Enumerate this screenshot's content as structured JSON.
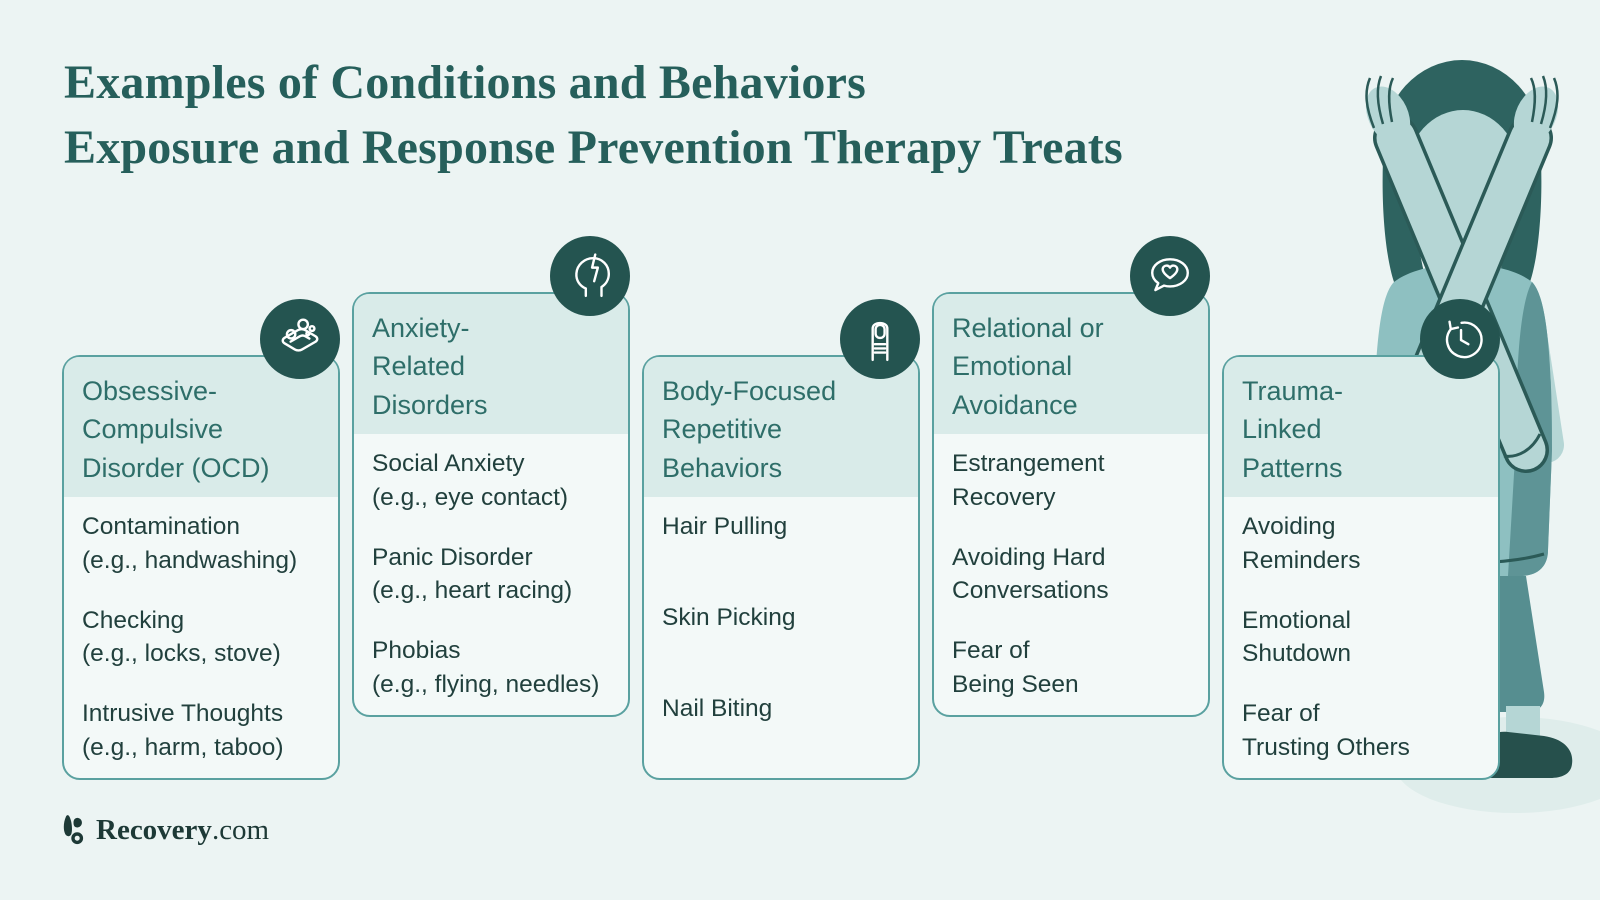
{
  "title": {
    "line1": "Examples of Conditions and Behaviors",
    "line2": "Exposure and Response Prevention Therapy Treats"
  },
  "cards": [
    {
      "id": "ocd",
      "icon": "soap-bubbles-icon",
      "header": "Obsessive-\nCompulsive\nDisorder (OCD)",
      "items": [
        "Contamination\n(e.g., handwashing)",
        "Checking\n(e.g., locks, stove)",
        "Intrusive Thoughts\n(e.g., harm, taboo)"
      ]
    },
    {
      "id": "anxiety",
      "icon": "anxious-head-icon",
      "header": "Anxiety-\nRelated\nDisorders",
      "items": [
        "Social Anxiety\n(e.g., eye contact)",
        "Panic Disorder\n(e.g., heart racing)",
        "Phobias\n(e.g., flying, needles)"
      ]
    },
    {
      "id": "bfrb",
      "icon": "fingernail-icon",
      "header": "Body-Focused\nRepetitive\nBehaviors",
      "items": [
        "Hair Pulling",
        "Skin Picking",
        "Nail Biting"
      ]
    },
    {
      "id": "relational",
      "icon": "chat-heart-icon",
      "header": "Relational or\nEmotional\nAvoidance",
      "items": [
        "Estrangement\nRecovery",
        "Avoiding Hard\nConversations",
        "Fear of\nBeing Seen"
      ]
    },
    {
      "id": "trauma",
      "icon": "history-clock-icon",
      "header": "Trauma-\nLinked\nPatterns",
      "items": [
        "Avoiding\nReminders",
        "Emotional\nShutdown",
        "Fear of\nTrusting Others"
      ]
    }
  ],
  "footer": {
    "brand_bold": "Recovery",
    "brand_suffix": ".com"
  },
  "illustration": {
    "description": "person crossing arms in an X gesture"
  },
  "colors": {
    "bg": "#ecf4f3",
    "title": "#265f5b",
    "card-border": "#5aa1a0",
    "card-header-bg": "#d9ebe9",
    "card-body-bg": "#f3f9f8",
    "heading": "#2e6e69",
    "body-text": "#21403d",
    "icon-circle": "#245450",
    "icon-stroke": "#ffffff",
    "logo": "#1d3936",
    "skin": "#b5d6d5",
    "shirt": "#8ec0c1",
    "shade": "#5e9496",
    "pants": "#568e90",
    "hair": "#2e6360",
    "outline": "#2b5a57",
    "shoe": "#26504c",
    "shadow": "#dfedeb"
  }
}
